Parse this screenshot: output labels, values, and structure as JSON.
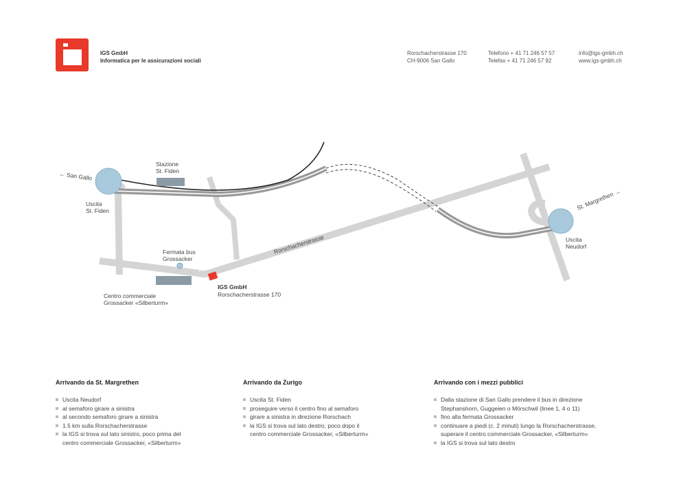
{
  "colors": {
    "accent": "#e8392a",
    "road": "#d4d4d4",
    "rail": "#999999",
    "station": "#8a9ba6",
    "exit_circle": "#a9c9dc"
  },
  "header": {
    "company_name": "IGS GmbH",
    "company_tagline": "Informatica per le assicurazioni sociali",
    "address_line1": "Rorschacherstrasse 170",
    "address_line2": "CH-9006 San Gallo",
    "phone_line": "Telefono + 41 71 246 57 57",
    "fax_line": "Telefax   + 41 71 246 57 92",
    "email": "info@igs-gmbh.ch",
    "website": "www.igs-gmbh.ch"
  },
  "map": {
    "direction_san_gallo": "← San Gallo",
    "direction_st_margrethen": "St. Margrethen →",
    "stazione_line1": "Stazione",
    "stazione_line2": "St. Fiden",
    "uscita_fiden_line1": "Uscita",
    "uscita_fiden_line2": "St. Fiden",
    "uscita_neudorf_line1": "Uscita",
    "uscita_neudorf_line2": "Neudorf",
    "bus_stop_line1": "Fermata bus",
    "bus_stop_line2": "Grossacker",
    "mall_line1": "Centro commerciale",
    "mall_line2": "Grossacker «Silberturm»",
    "igs_name": "IGS GmbH",
    "igs_address": "Rorschacherstrasse 170",
    "street_name": "Rorschacherstrasse"
  },
  "directions": [
    {
      "title": "Arrivando da St. Margrethen",
      "items": [
        "Uscita Neudorf",
        "al semaforo girare a sinistra",
        "al secondo semaforo girare a sinistra",
        "1.5 km sulla Rorschacherstrasse",
        "la IGS si trova sul lato sinistro, poco prima del",
        "centro commerciale Grossacker, «Silberturm»"
      ]
    },
    {
      "title": "Arrivando da Zurigo",
      "items": [
        "Uscita St. Fiden",
        "proseguire verso il centro fino al semaforo",
        "girare a sinistra in direzione Rorschach",
        "la IGS si trova sul lato destro, poco dopo il",
        "centro commerciale Grossacker, «Silberturm»"
      ]
    },
    {
      "title": "Arrivando con i mezzi pubblici",
      "items": [
        "Dalla stazione di San Gallo prendere il bus in direzione",
        "Stephanshorn, Guggeien o Mörschwil (linee 1, 4 o 11)",
        "fino alla fermata Grossacker",
        "continuare a piedi (c. 2 minuti) lungo la Rorschacherstrasse,",
        "superare il centro commerciale Grossacker, «Silberturm»",
        "la IGS si trova sul lato destro"
      ]
    }
  ]
}
